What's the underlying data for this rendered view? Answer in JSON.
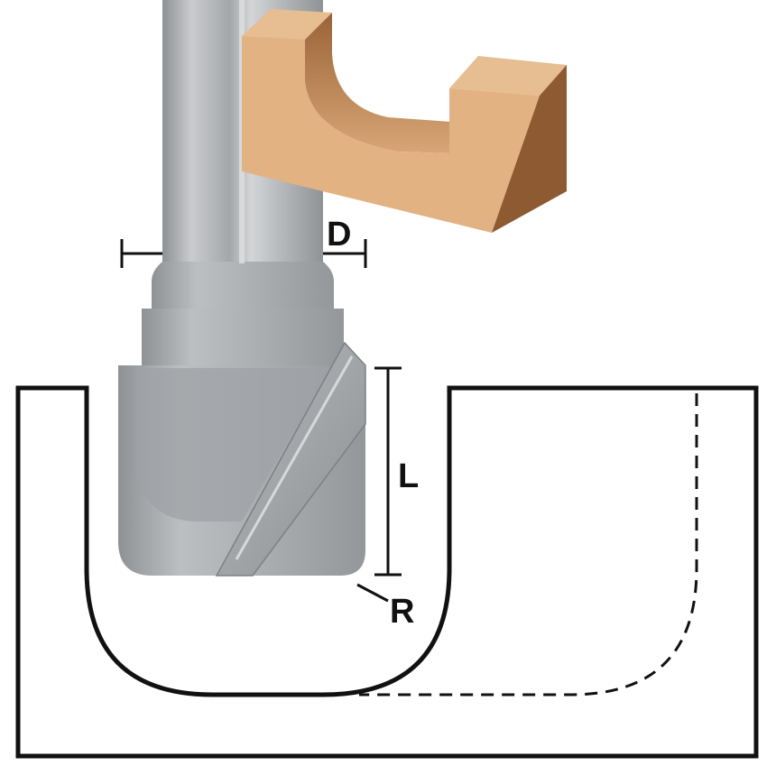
{
  "labels": {
    "diameter": "D",
    "length": "L",
    "radius": "R"
  },
  "colors": {
    "line": "#111111",
    "bit_steel": "#a9acae",
    "bit_light": "#c8cacc",
    "bit_dark": "#7e8184",
    "wood_top": "#e7bd92",
    "wood_front": "#e2b283",
    "wood_side": "#8d5a31",
    "wood_inner": "#b07545",
    "background": "#ffffff"
  }
}
